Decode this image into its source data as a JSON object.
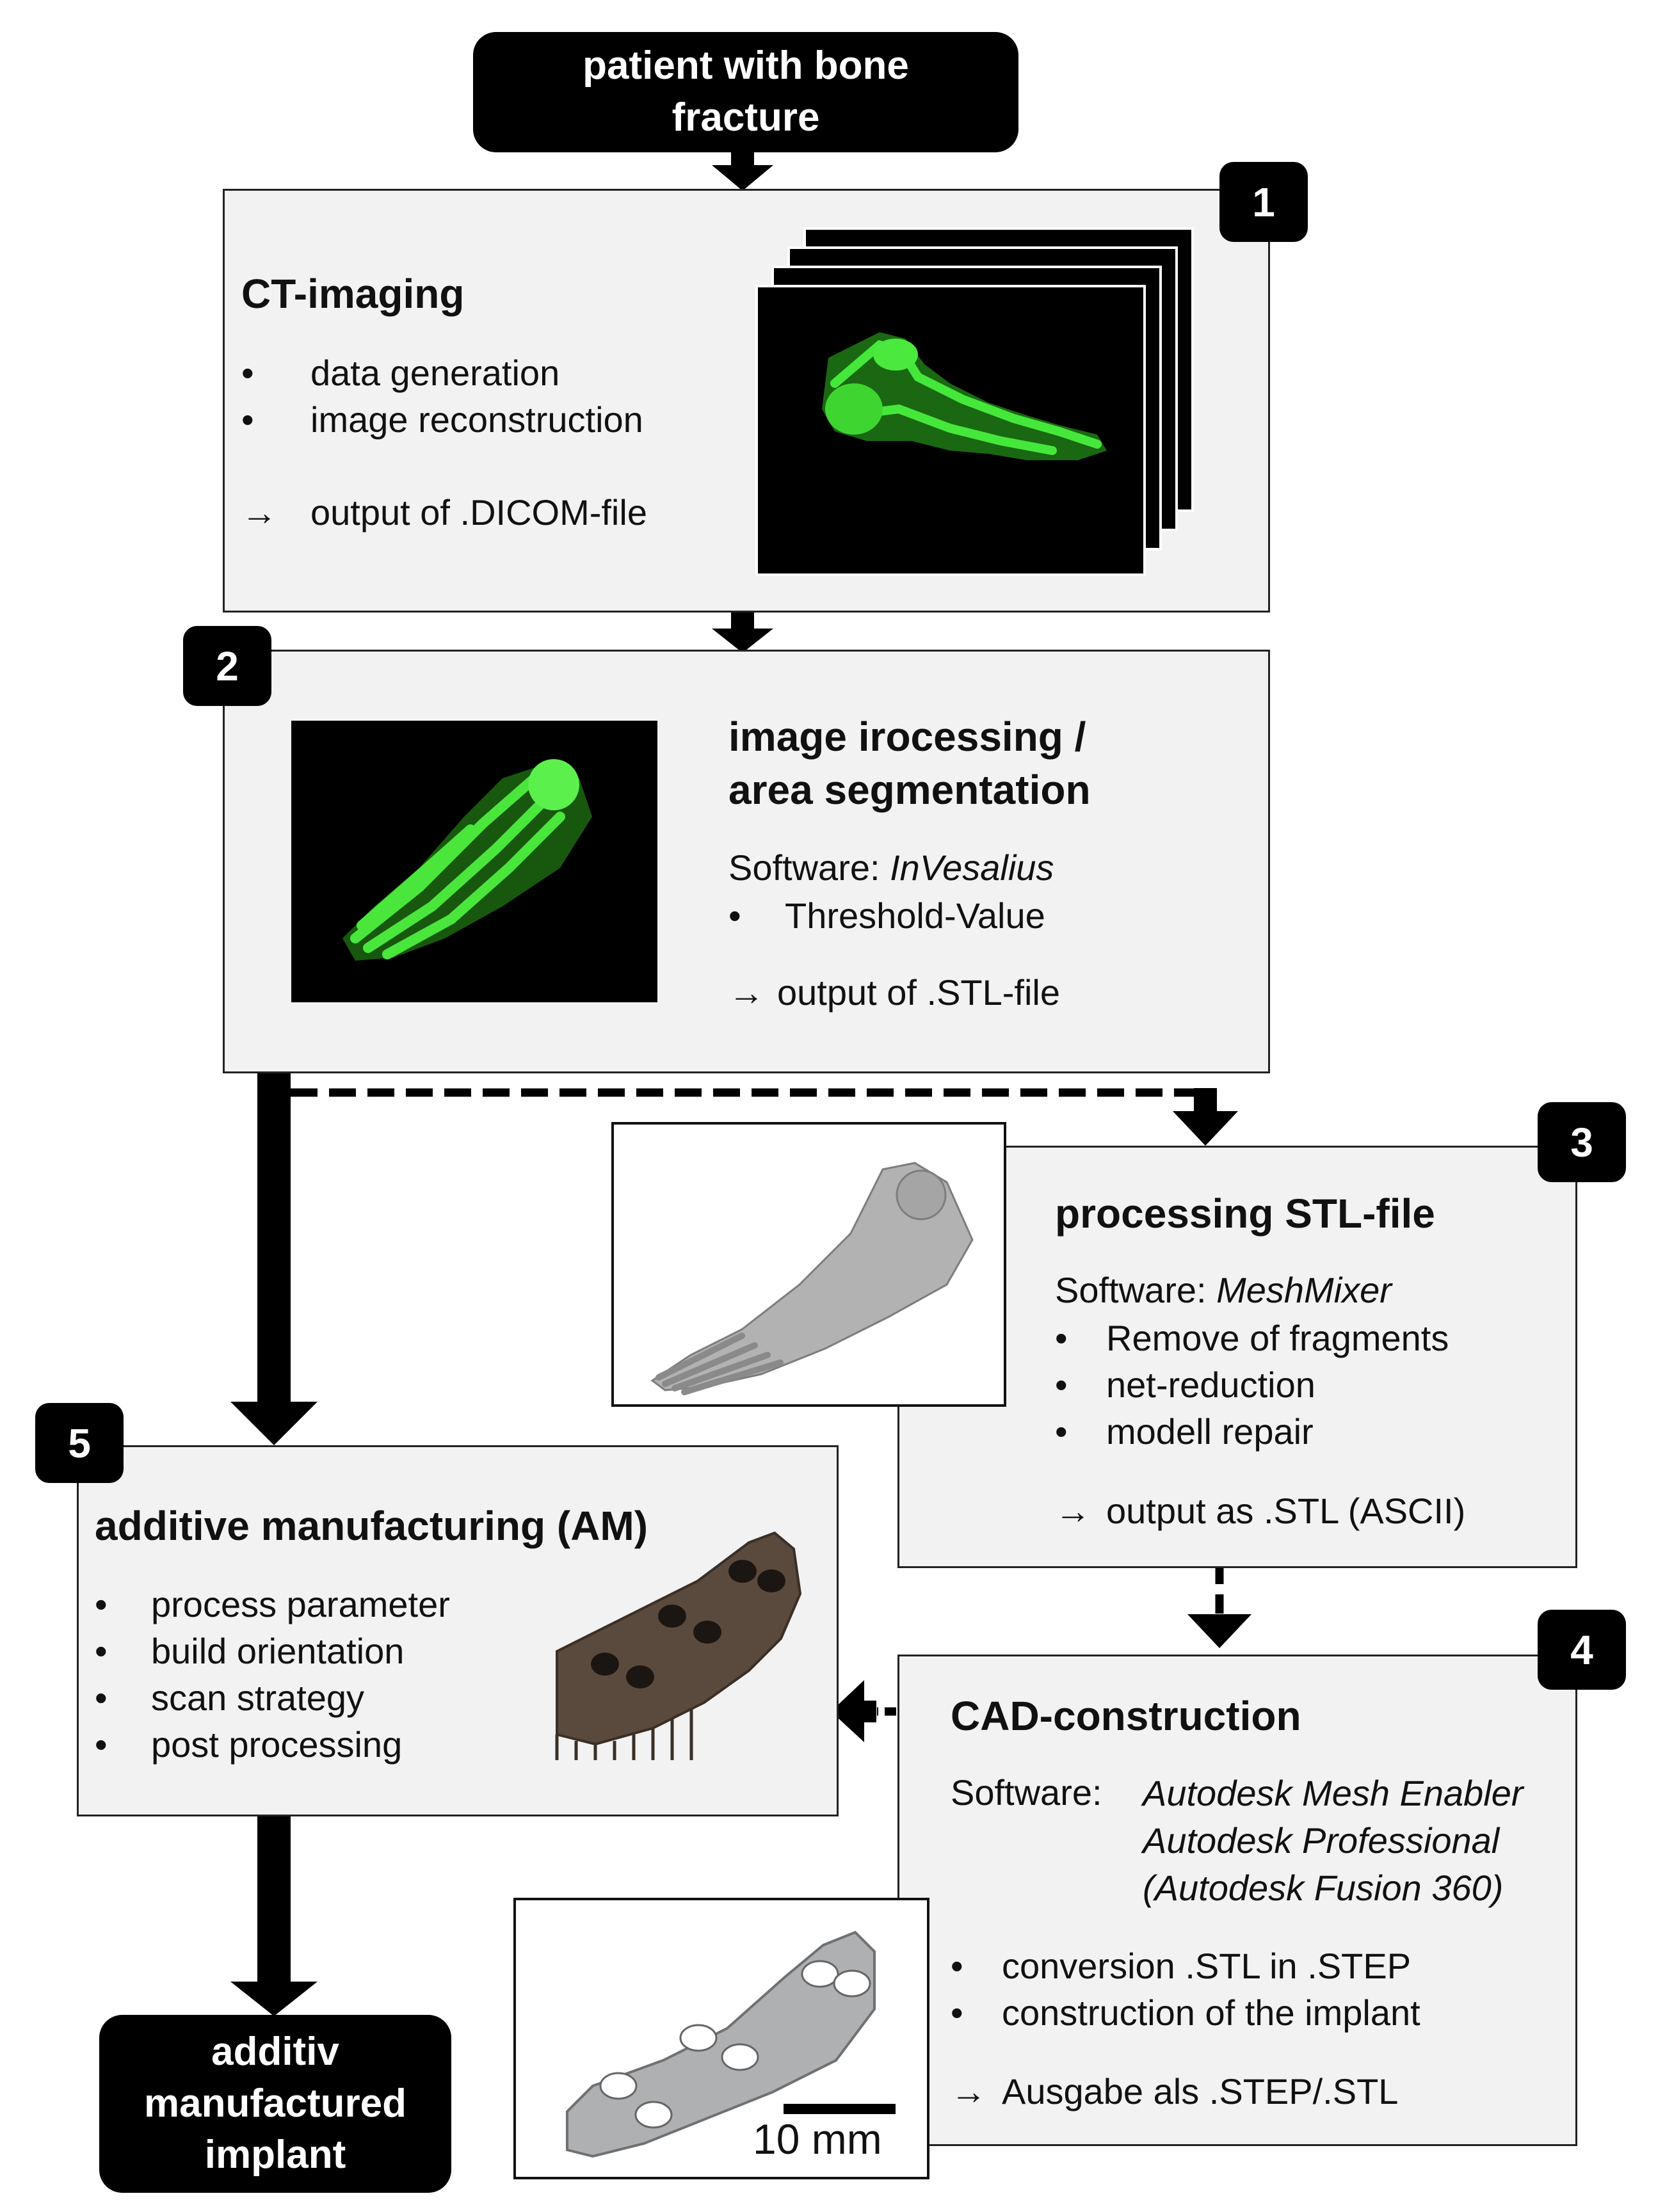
{
  "start_node": {
    "line1": "patient with bone",
    "line2": "fracture"
  },
  "end_node": {
    "line1": "additiv",
    "line2": "manufactured",
    "line3": "implant"
  },
  "step1": {
    "badge": "1",
    "title": "CT-imaging",
    "bullets": [
      "data generation",
      "image reconstruction"
    ],
    "output": "output of .DICOM-file"
  },
  "step2": {
    "badge": "2",
    "title_line1": "image irocessing /",
    "title_line2": "area segmentation",
    "software_label": "Software: ",
    "software_name": "InVesalius",
    "bullets": [
      "Threshold-Value"
    ],
    "output": "output of .STL-file"
  },
  "step3": {
    "badge": "3",
    "title": "processing STL-file",
    "software_label": "Software: ",
    "software_name": "MeshMixer",
    "bullets": [
      "Remove of fragments",
      "net-reduction",
      "modell repair"
    ],
    "output": "output as .STL (ASCII)"
  },
  "step4": {
    "badge": "4",
    "title": "CAD-construction",
    "software_label": "Software:",
    "software_names": [
      "Autodesk Mesh Enabler",
      "Autodesk Professional",
      "(Autodesk Fusion 360)"
    ],
    "bullets": [
      "conversion .STL in .STEP",
      "construction of the implant"
    ],
    "output": "Ausgabe als .STEP/.STL",
    "scale_label": "10 mm"
  },
  "step5": {
    "badge": "5",
    "title": "additive manufacturing (AM)",
    "bullets": [
      "process parameter",
      "build orientation",
      "scan strategy",
      "post processing"
    ]
  },
  "symbols": {
    "bullet": "•",
    "arrow": "→"
  },
  "colors": {
    "box_fill": "#f2f2f2",
    "ct_green": "#39d62a",
    "stl_gray": "#9a9a9a",
    "am_brown": "#5a4a3e"
  }
}
